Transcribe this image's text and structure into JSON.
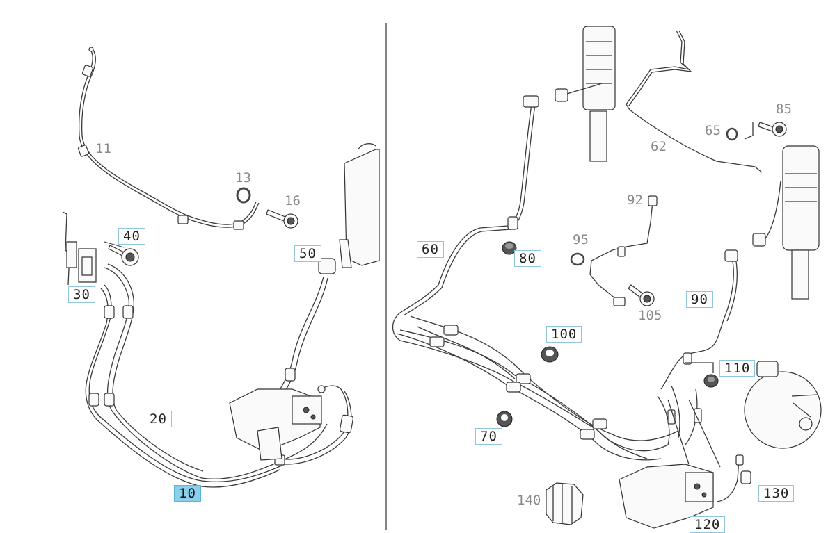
{
  "diagram": {
    "labels": [
      {
        "id": "11",
        "text": "11",
        "style": "plain"
      },
      {
        "id": "13",
        "text": "13",
        "style": "plain"
      },
      {
        "id": "16",
        "text": "16",
        "style": "plain"
      },
      {
        "id": "40",
        "text": "40",
        "style": "boxed"
      },
      {
        "id": "50",
        "text": "50",
        "style": "boxed"
      },
      {
        "id": "30",
        "text": "30",
        "style": "boxed"
      },
      {
        "id": "20",
        "text": "20",
        "style": "boxed"
      },
      {
        "id": "10",
        "text": "10",
        "style": "highlighted"
      },
      {
        "id": "60",
        "text": "60",
        "style": "boxed"
      },
      {
        "id": "62",
        "text": "62",
        "style": "plain"
      },
      {
        "id": "65",
        "text": "65",
        "style": "plain"
      },
      {
        "id": "85",
        "text": "85",
        "style": "plain"
      },
      {
        "id": "92",
        "text": "92",
        "style": "plain"
      },
      {
        "id": "95",
        "text": "95",
        "style": "plain"
      },
      {
        "id": "80",
        "text": "80",
        "style": "boxed"
      },
      {
        "id": "105",
        "text": "105",
        "style": "plain"
      },
      {
        "id": "90",
        "text": "90",
        "style": "boxed"
      },
      {
        "id": "100",
        "text": "100",
        "style": "boxed"
      },
      {
        "id": "110",
        "text": "110",
        "style": "boxed"
      },
      {
        "id": "70",
        "text": "70",
        "style": "boxed"
      },
      {
        "id": "130",
        "text": "130",
        "style": "boxed"
      },
      {
        "id": "140",
        "text": "140",
        "style": "plain"
      },
      {
        "id": "120",
        "text": "120",
        "style": "boxed"
      }
    ],
    "colors": {
      "line": "#3a3a3a",
      "label_border": "#8fc7dc",
      "highlight_fill": "#88d0ec",
      "plain_label": "#8a8a8a"
    }
  }
}
